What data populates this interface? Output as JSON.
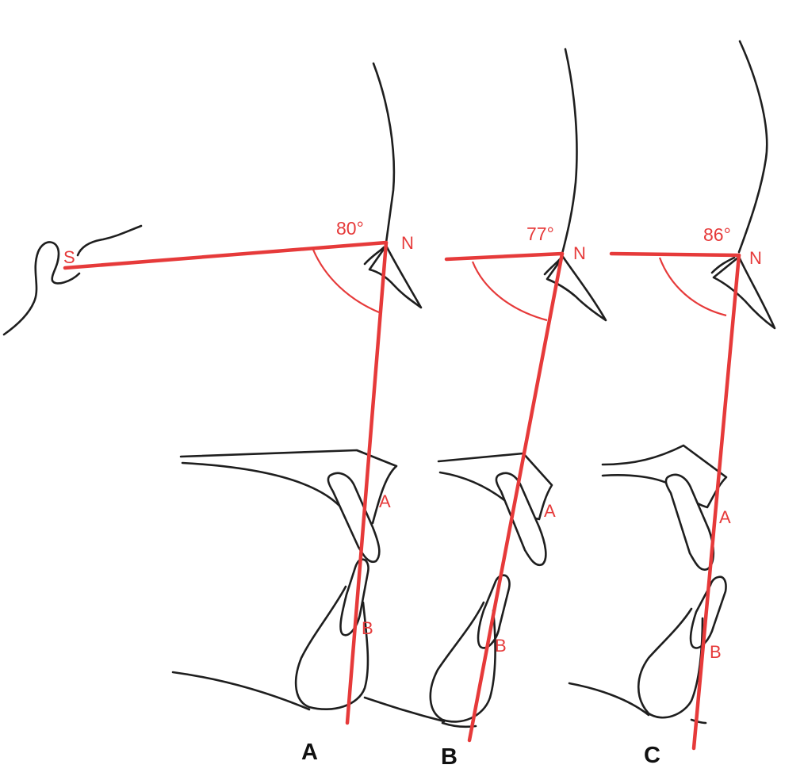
{
  "panels": [
    {
      "caption": "A",
      "angle": "80°",
      "nasion": "N",
      "point_a": "A",
      "point_b": "B"
    },
    {
      "caption": "B",
      "angle": "77°",
      "nasion": "N",
      "point_a": "A",
      "point_b": "B"
    },
    {
      "caption": "C",
      "angle": "86°",
      "nasion": "N",
      "point_a": "A",
      "point_b": "B"
    }
  ],
  "sella": "S",
  "colors": {
    "reference_lines": "#e63a3a",
    "outlines": "#1e1e1e"
  }
}
